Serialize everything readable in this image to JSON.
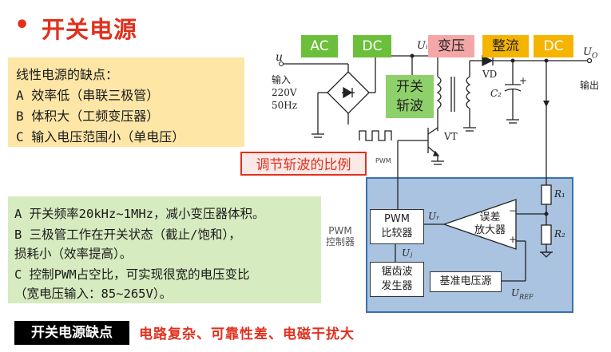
{
  "title": {
    "bullet": "•",
    "text": "开关电源"
  },
  "linear": {
    "heading": "线性电源的缺点：",
    "items": [
      "A 效率低（串联三极管）",
      "B 体积大（工频变压器）",
      "C 输入电压范围小（单电压）"
    ]
  },
  "advantages": {
    "items": [
      "A 开关频率20kHz~1MHz，减小变压器体积。",
      "B 三极管工作在开关状态（截止/饱和），",
      "  损耗小（效率提高）。",
      "C 控制PWM占空比，可实现很宽的电压变比",
      "  （宽电压输入：85~265V）。"
    ]
  },
  "tags": {
    "ac": "AC",
    "dc1": "DC",
    "transform": "变压",
    "rectify": "整流",
    "dc2": "DC"
  },
  "chopper": {
    "line1": "开关",
    "line2": "斩波"
  },
  "ratio_label": "调节斩波的比例",
  "circuit": {
    "u": "u",
    "input_l1": "输入",
    "input_l2": "220V",
    "input_l3": "50Hz",
    "ui": "Uᵢ",
    "vd": "VD",
    "c2": "C₂",
    "uo": "U",
    "uo_sub": "O",
    "output": "输出",
    "vt": "VT",
    "pwm_small": "PWM",
    "pwm_ctrl_l1": "PWM",
    "pwm_ctrl_l2": "控制器",
    "pwm_cmp_l1": "PWM",
    "pwm_cmp_l2": "比较器",
    "err_l1": "误差",
    "err_l2": "放大器",
    "saw_l1": "锯齿波",
    "saw_l2": "发生器",
    "ref": "基准电压源",
    "ur": "Uᵣ",
    "uj": "Uⱼ",
    "uref": "U",
    "uref_sub": "REF",
    "r1": "R₁",
    "r2": "R₂",
    "minus": "−",
    "plus": "+",
    "plus_cap": "+"
  },
  "bottom": {
    "label": "开关电源缺点",
    "text": "电路复杂、可靠性差、电磁干扰大"
  }
}
